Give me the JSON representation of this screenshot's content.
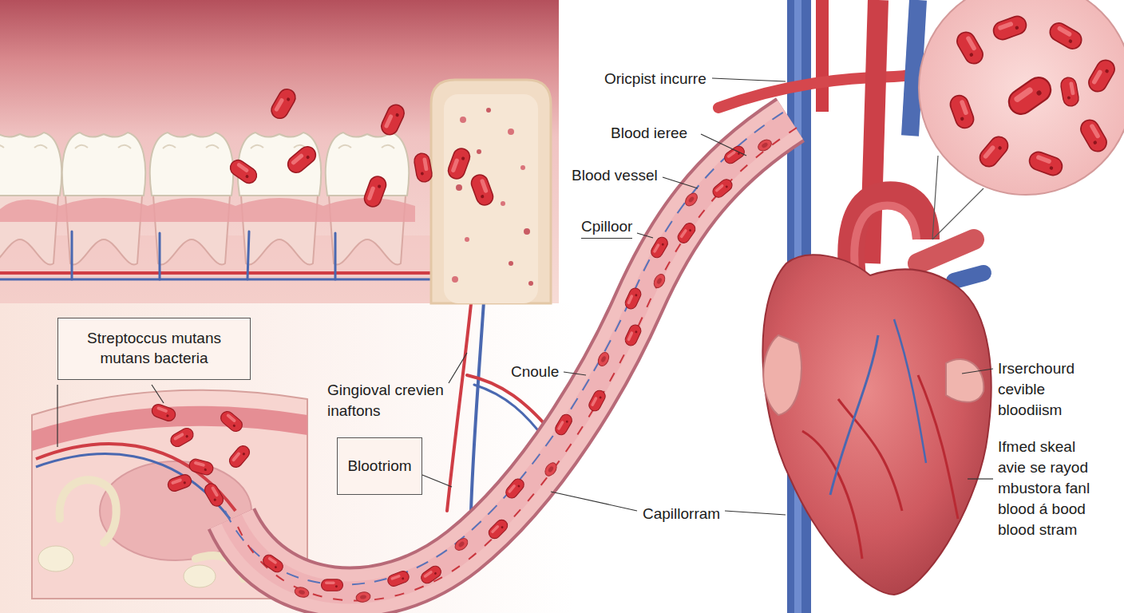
{
  "diagram": {
    "nodes": [
      {
        "text": [
          "Streptoccus mutans mutans bacteria"
        ]
      },
      {
        "text": [
          "Blootriom"
        ]
      }
    ],
    "labels": [
      "Oricpist incurre",
      "Blood ieree",
      "Blood vessel",
      "Cpilloor",
      "Gingioval crevien inaftons",
      "Cnoule",
      "Capillorram",
      "Irserchourd cevible bloodiism",
      "Ifmed skeal avie se rayod mbustora fanl blood á bood blood stram"
    ]
  }
}
